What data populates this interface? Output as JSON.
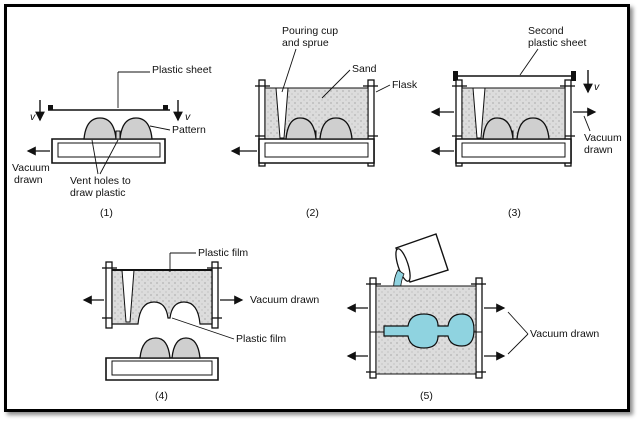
{
  "colors": {
    "sand": "#d9d9d9",
    "metal": "#ffffff",
    "molten": "#8fd3e0",
    "line": "#111111"
  },
  "panel1": {
    "plastic_sheet": "Plastic sheet",
    "pattern": "Pattern",
    "vacuum_l1": "Vacuum",
    "vacuum_l2": "drawn",
    "vent_l1": "Vent holes to",
    "vent_l2": "draw plastic",
    "v": "v",
    "caption": "(1)"
  },
  "panel2": {
    "pouring_l1": "Pouring cup",
    "pouring_l2": "and sprue",
    "sand": "Sand",
    "flask": "Flask",
    "caption": "(2)"
  },
  "panel3": {
    "second_l1": "Second",
    "second_l2": "plastic sheet",
    "vacuum_l1": "Vacuum",
    "vacuum_l2": "drawn",
    "v": "v",
    "caption": "(3)"
  },
  "panel4": {
    "plastic_film_top": "Plastic film",
    "vacuum": "Vacuum drawn",
    "plastic_film_bottom": "Plastic film",
    "caption": "(4)"
  },
  "panel5": {
    "vacuum": "Vacuum drawn",
    "caption": "(5)"
  }
}
